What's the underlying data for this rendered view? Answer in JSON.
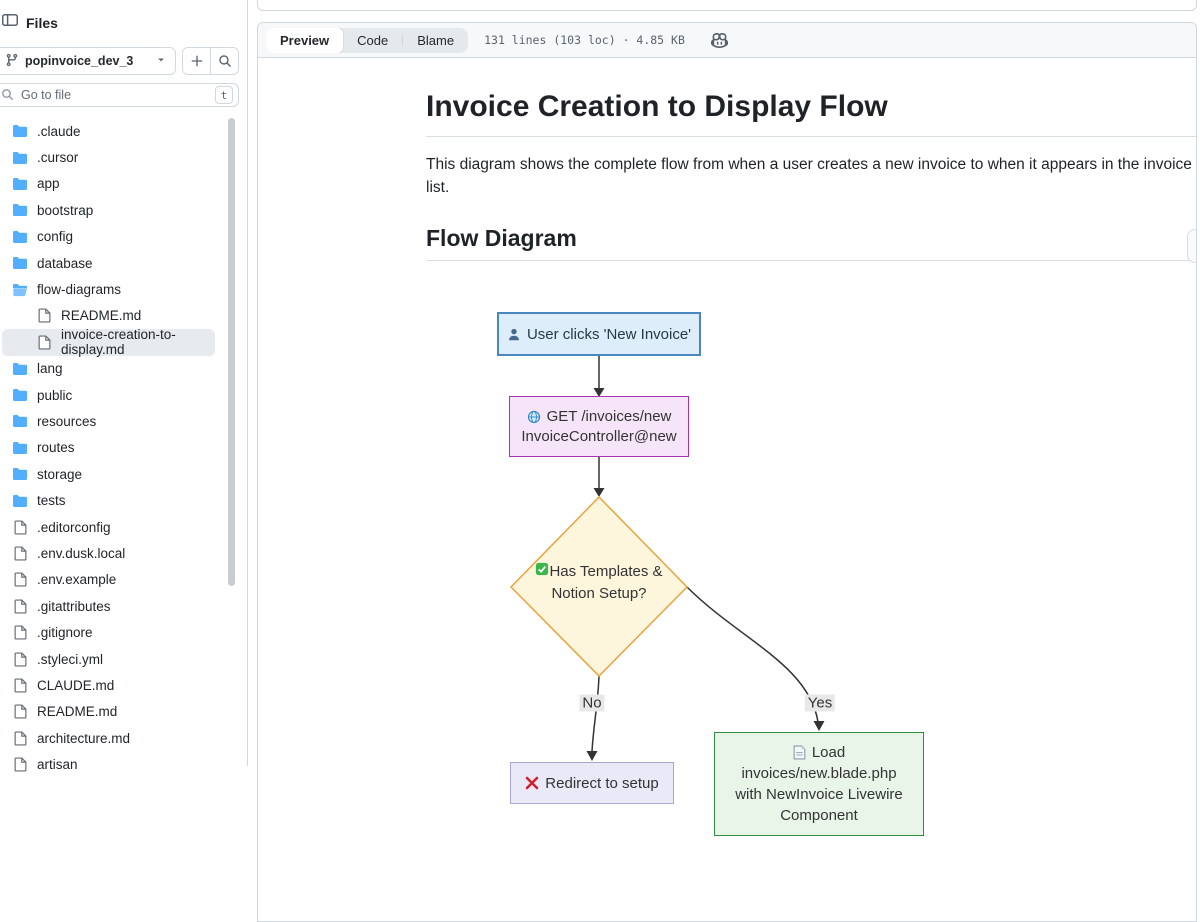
{
  "sidebar": {
    "title": "Files",
    "branch": "popinvoice_dev_3",
    "go_to_file_placeholder": "Go to file",
    "shortcut_key": "t",
    "tree": [
      {
        "label": ".claude",
        "type": "folder",
        "depth": 0
      },
      {
        "label": ".cursor",
        "type": "folder",
        "depth": 0
      },
      {
        "label": "app",
        "type": "folder",
        "depth": 0
      },
      {
        "label": "bootstrap",
        "type": "folder",
        "depth": 0
      },
      {
        "label": "config",
        "type": "folder",
        "depth": 0
      },
      {
        "label": "database",
        "type": "folder",
        "depth": 0
      },
      {
        "label": "flow-diagrams",
        "type": "folder-open",
        "depth": 0
      },
      {
        "label": "README.md",
        "type": "file",
        "depth": 1
      },
      {
        "label": "invoice-creation-to-display.md",
        "type": "file",
        "depth": 1,
        "selected": true
      },
      {
        "label": "lang",
        "type": "folder",
        "depth": 0
      },
      {
        "label": "public",
        "type": "folder",
        "depth": 0
      },
      {
        "label": "resources",
        "type": "folder",
        "depth": 0
      },
      {
        "label": "routes",
        "type": "folder",
        "depth": 0
      },
      {
        "label": "storage",
        "type": "folder",
        "depth": 0
      },
      {
        "label": "tests",
        "type": "folder",
        "depth": 0
      },
      {
        "label": ".editorconfig",
        "type": "file",
        "depth": 0
      },
      {
        "label": ".env.dusk.local",
        "type": "file",
        "depth": 0
      },
      {
        "label": ".env.example",
        "type": "file",
        "depth": 0
      },
      {
        "label": ".gitattributes",
        "type": "file",
        "depth": 0
      },
      {
        "label": ".gitignore",
        "type": "file",
        "depth": 0
      },
      {
        "label": ".styleci.yml",
        "type": "file",
        "depth": 0
      },
      {
        "label": "CLAUDE.md",
        "type": "file",
        "depth": 0
      },
      {
        "label": "README.md",
        "type": "file",
        "depth": 0
      },
      {
        "label": "architecture.md",
        "type": "file",
        "depth": 0
      },
      {
        "label": "artisan",
        "type": "file",
        "depth": 0
      }
    ]
  },
  "toolbar": {
    "tabs": [
      {
        "label": "Preview",
        "active": true
      },
      {
        "label": "Code",
        "active": false
      },
      {
        "label": "Blame",
        "active": false
      }
    ],
    "meta": "131 lines (103 loc) · 4.85 KB"
  },
  "document": {
    "title": "Invoice Creation to Display Flow",
    "intro": "This diagram shows the complete flow from when a user creates a new invoice to when it appears in the invoice list.",
    "section_heading": "Flow Diagram"
  },
  "diagram": {
    "nodes": {
      "user_click": {
        "text": "User clicks 'New Invoice'"
      },
      "get_route": {
        "line1": "GET /invoices/new",
        "line2": "InvoiceController@new"
      },
      "decision": {
        "line1": "Has Templates &",
        "line2": "Notion Setup?"
      },
      "redirect": {
        "text": "Redirect to setup"
      },
      "load_view": {
        "line1": "Load",
        "line2": "invoices/new.blade.php",
        "line3": "with NewInvoice Livewire",
        "line4": "Component"
      }
    },
    "edge_labels": {
      "no": "No",
      "yes": "Yes"
    },
    "colors": {
      "user_fill": "#ddeefa",
      "user_stroke": "#4a86c0",
      "get_fill": "#f6e5f8",
      "get_stroke": "#a434ae",
      "decision_fill": "#fdf5dc",
      "decision_stroke": "#e8a33d",
      "redirect_fill": "#e9e9f8",
      "redirect_stroke": "#a6a6d2",
      "load_fill": "#e9f5e9",
      "load_stroke": "#2f8d3e",
      "edge": "#333333"
    }
  }
}
